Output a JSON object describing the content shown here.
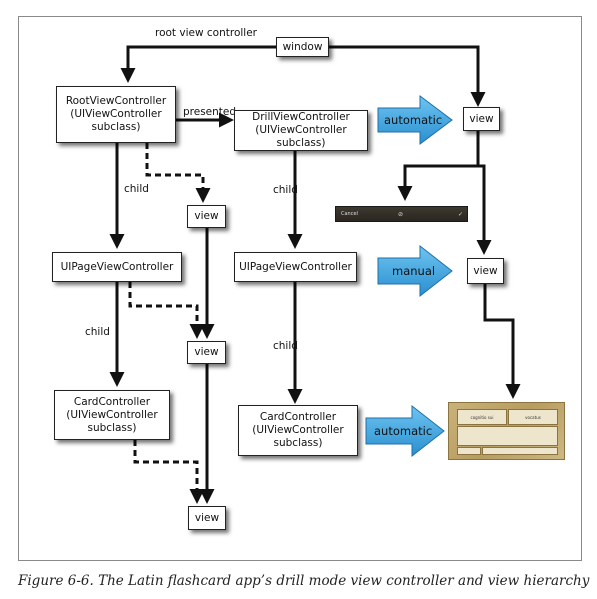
{
  "labels": {
    "root_view_controller": "root view controller",
    "presented": "presented",
    "child_1": "child",
    "child_2": "child",
    "child_3": "child",
    "child_4": "child"
  },
  "boxes": {
    "window": "window",
    "root_vc": "RootViewController\n(UIViewController\nsubclass)",
    "drill_vc": "DrillViewController\n(UIViewController subclass)",
    "view_top_right": "view",
    "view_mid": "view",
    "page_vc_left": "UIPageViewController",
    "page_vc_right": "UIPageViewController",
    "view_right_mid": "view",
    "view_center": "view",
    "card_left": "CardController\n(UIViewController\nsubclass)",
    "card_right": "CardController\n(UIViewController\nsubclass)",
    "view_bottom": "view"
  },
  "big_arrows": {
    "automatic_top": "automatic",
    "manual": "manual",
    "automatic_bottom": "automatic"
  },
  "toolbar": {
    "cancel": "Cancel"
  },
  "card": {
    "word_left": "cognitio sui",
    "word_right": "vocatus"
  },
  "colors": {
    "big_arrow": "#3aa3e0",
    "line": "#111111"
  },
  "caption": "Figure 6-6. The Latin flashcard app’s drill mode view controller and view hierarchy"
}
